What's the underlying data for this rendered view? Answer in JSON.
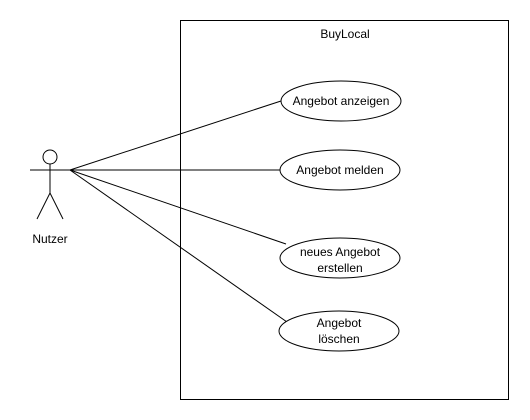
{
  "system": {
    "name": "BuyLocal"
  },
  "actor": {
    "name": "Nutzer"
  },
  "use_cases": [
    {
      "lines": [
        "Angebot anzeigen"
      ]
    },
    {
      "lines": [
        "Angebot melden"
      ]
    },
    {
      "lines": [
        "neues Angebot",
        "erstellen"
      ]
    },
    {
      "lines": [
        "Angebot",
        "löschen"
      ]
    }
  ]
}
